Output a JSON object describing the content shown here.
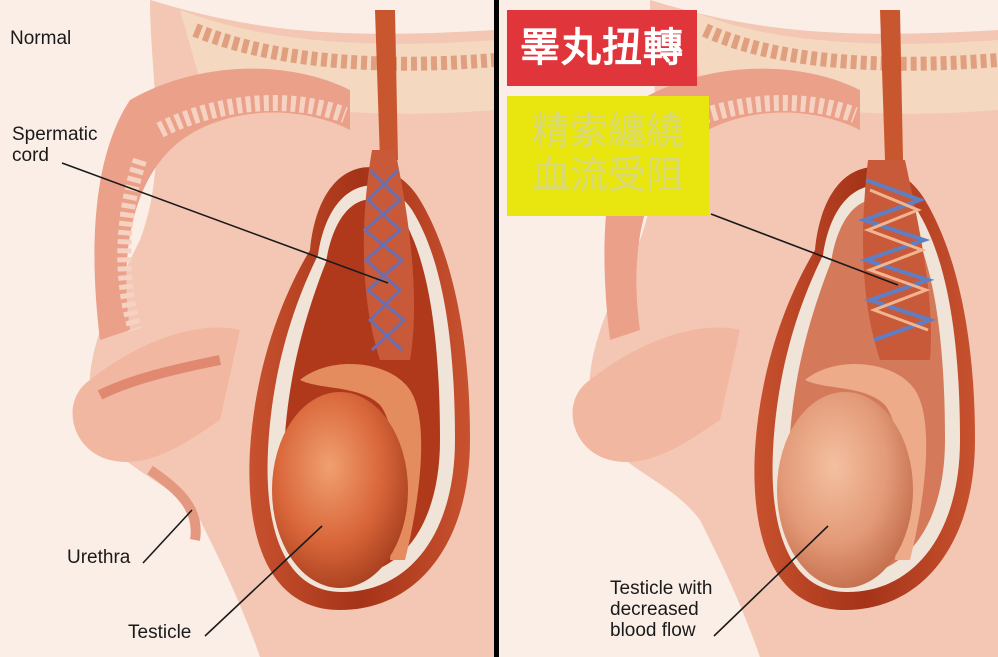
{
  "normal_panel": {
    "label_normal": "Normal",
    "label_spermatic_cord": "Spermatic\ncord",
    "label_urethra": "Urethra",
    "label_testicle": "Testicle"
  },
  "torsion_panel": {
    "title": "睪丸扭轉",
    "note_line1": "精索纏繞",
    "note_line2": "血流受阻",
    "label_testicle_decreased": "Testicle with\ndecreased\nblood flow"
  },
  "colors": {
    "title_bg": "#e0353b",
    "note_bg": "#e8e60e",
    "divider": "#000000"
  }
}
